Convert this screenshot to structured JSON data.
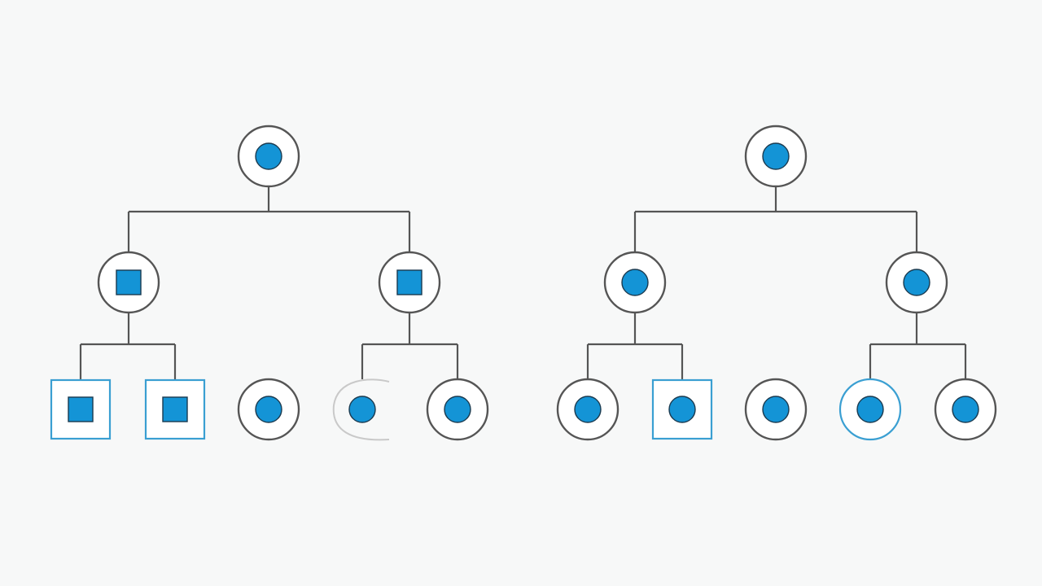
{
  "colors": {
    "background": "#f7f8f8",
    "line": "#555555",
    "fill": "#1494d6",
    "node_fill": "#ffffff",
    "highlight_outline": "#3a9fd2",
    "faded_outline": "#c9c9c9"
  },
  "trees": [
    {
      "name": "left-tree",
      "nodes": [
        {
          "id": "root",
          "outer": "circle",
          "inner": "circle",
          "outline": "normal"
        },
        {
          "id": "a",
          "outer": "circle",
          "inner": "square",
          "outline": "normal"
        },
        {
          "id": "b",
          "outer": "circle",
          "inner": "square",
          "outline": "normal"
        },
        {
          "id": "a1",
          "outer": "square",
          "inner": "square",
          "outline": "highlight"
        },
        {
          "id": "a2",
          "outer": "square",
          "inner": "square",
          "outline": "highlight"
        },
        {
          "id": "mid",
          "outer": "circle",
          "inner": "circle",
          "outline": "normal"
        },
        {
          "id": "b1",
          "outer": "partial-circle",
          "inner": "circle",
          "outline": "faded"
        },
        {
          "id": "b2",
          "outer": "circle",
          "inner": "circle",
          "outline": "normal"
        }
      ]
    },
    {
      "name": "right-tree",
      "nodes": [
        {
          "id": "root",
          "outer": "circle",
          "inner": "circle",
          "outline": "normal"
        },
        {
          "id": "a",
          "outer": "circle",
          "inner": "circle",
          "outline": "normal"
        },
        {
          "id": "b",
          "outer": "circle",
          "inner": "circle",
          "outline": "normal"
        },
        {
          "id": "a1",
          "outer": "circle",
          "inner": "circle",
          "outline": "normal"
        },
        {
          "id": "a2",
          "outer": "square",
          "inner": "circle",
          "outline": "highlight"
        },
        {
          "id": "mid",
          "outer": "circle",
          "inner": "circle",
          "outline": "normal"
        },
        {
          "id": "b1",
          "outer": "circle",
          "inner": "circle",
          "outline": "highlight"
        },
        {
          "id": "b2",
          "outer": "circle",
          "inner": "circle",
          "outline": "normal"
        }
      ]
    }
  ]
}
